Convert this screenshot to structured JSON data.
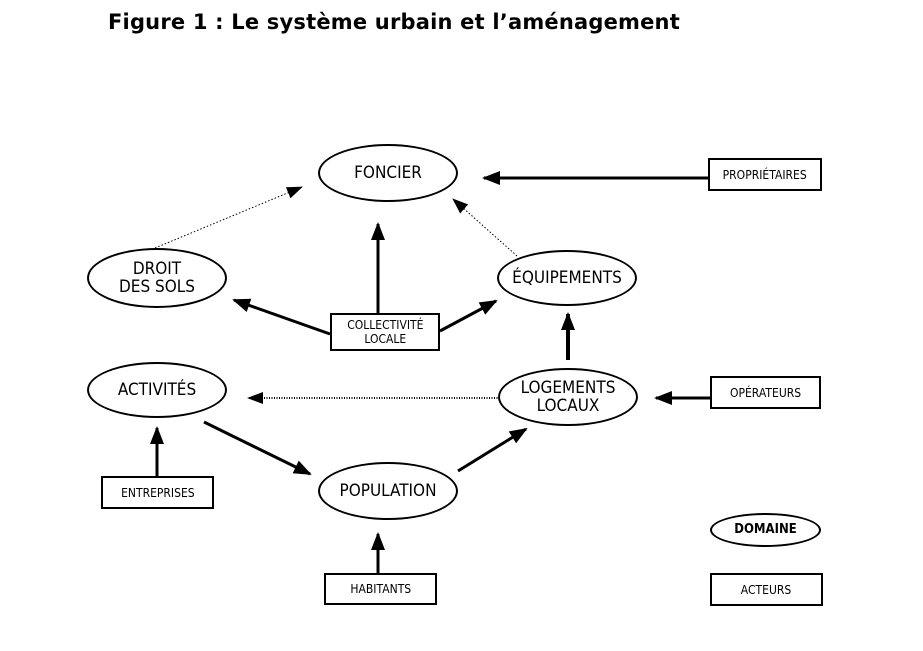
{
  "title": "Figure 1 : Le système urbain et l’aménagement",
  "domains": {
    "foncier": "FONCIER",
    "droit_line1": "DROIT",
    "droit_line2": "DES SOLS",
    "equipements": "ÉQUIPEMENTS",
    "activites": "ACTIVITÉS",
    "logements_line1": "LOGEMENTS",
    "logements_line2": "LOCAUX",
    "population": "POPULATION"
  },
  "actors": {
    "proprietaires": "PROPRIÉTAIRES",
    "collectivite_line1": "COLLECTIVITÉ",
    "collectivite_line2": "LOCALE",
    "operateurs": "OPÉRATEURS",
    "entreprises": "ENTREPRISES",
    "habitants": "HABITANTS"
  },
  "legend": {
    "domaine": "DOMAINE",
    "acteurs": "ACTEURS"
  }
}
